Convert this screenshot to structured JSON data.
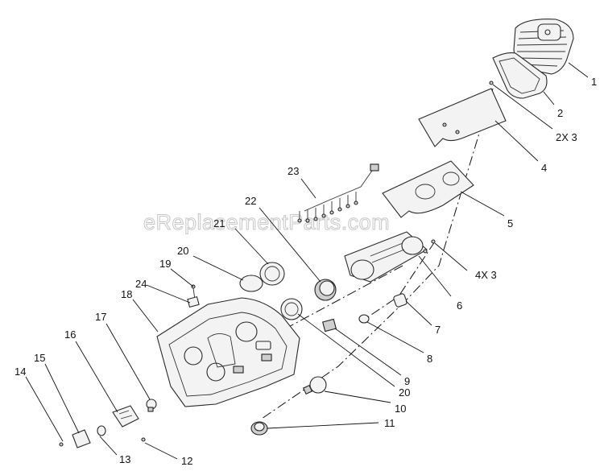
{
  "watermark": "eReplacementParts.com",
  "callouts": {
    "c1": "1",
    "c2": "2",
    "c3": "2X 3",
    "c4": "4",
    "c5": "5",
    "c6": "4X 3",
    "c7": "6",
    "c8": "7",
    "c9": "8",
    "c10": "9",
    "c11": "20",
    "c12": "10",
    "c13": "11",
    "c14": "12",
    "c15": "13",
    "c16": "14",
    "c17": "15",
    "c18": "16",
    "c19": "17",
    "c20": "18",
    "c21": "24",
    "c22": "19",
    "c23": "20",
    "c24": "21",
    "c25": "22",
    "c26": "23"
  }
}
